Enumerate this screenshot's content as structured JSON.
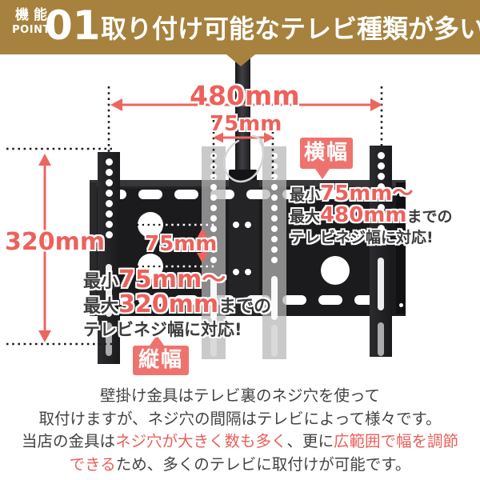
{
  "header": {
    "tag_top": "機能",
    "tag_bottom": "POINT",
    "number": "01",
    "title": "取り付け可能なテレビ種類が多い"
  },
  "labels": {
    "width_total": "480mm",
    "width_min": "75mm",
    "height_total": "320mm",
    "height_min": "75mm",
    "badge_width": "横幅",
    "badge_height": "縦幅"
  },
  "notes": {
    "right": {
      "min_label": "最小",
      "min_value": "75mm〜",
      "max_label": "最大",
      "max_value": "480mm",
      "max_suffix": "までの",
      "line3": "テレビネジ幅に対応!"
    },
    "left": {
      "min_label": "最小",
      "min_value": "75mm〜",
      "max_label": "最大",
      "max_value": "320mm",
      "max_suffix": "までの",
      "line3": "テレビネジ幅に対応!"
    }
  },
  "paragraph": {
    "l1": "壁掛け金具はテレビ裏のネジ穴を使って",
    "l2": "取付けますが、ネジ穴の間隔はテレビによって様々です。",
    "l3a": "当店の金具は",
    "l3b": "ネジ穴が大きく数も多く",
    "l3c": "、更に",
    "l3d": "広範囲で幅を調節",
    "l4a": "できる",
    "l4b": "ため、多くのテレビに取付けが可能です。"
  },
  "colors": {
    "accent_gold": "#a6823e",
    "accent_red": "#ed615b",
    "badge_pink": "#ee736f",
    "body_text": "#434343",
    "bracket_black": "#1b1b1d"
  }
}
